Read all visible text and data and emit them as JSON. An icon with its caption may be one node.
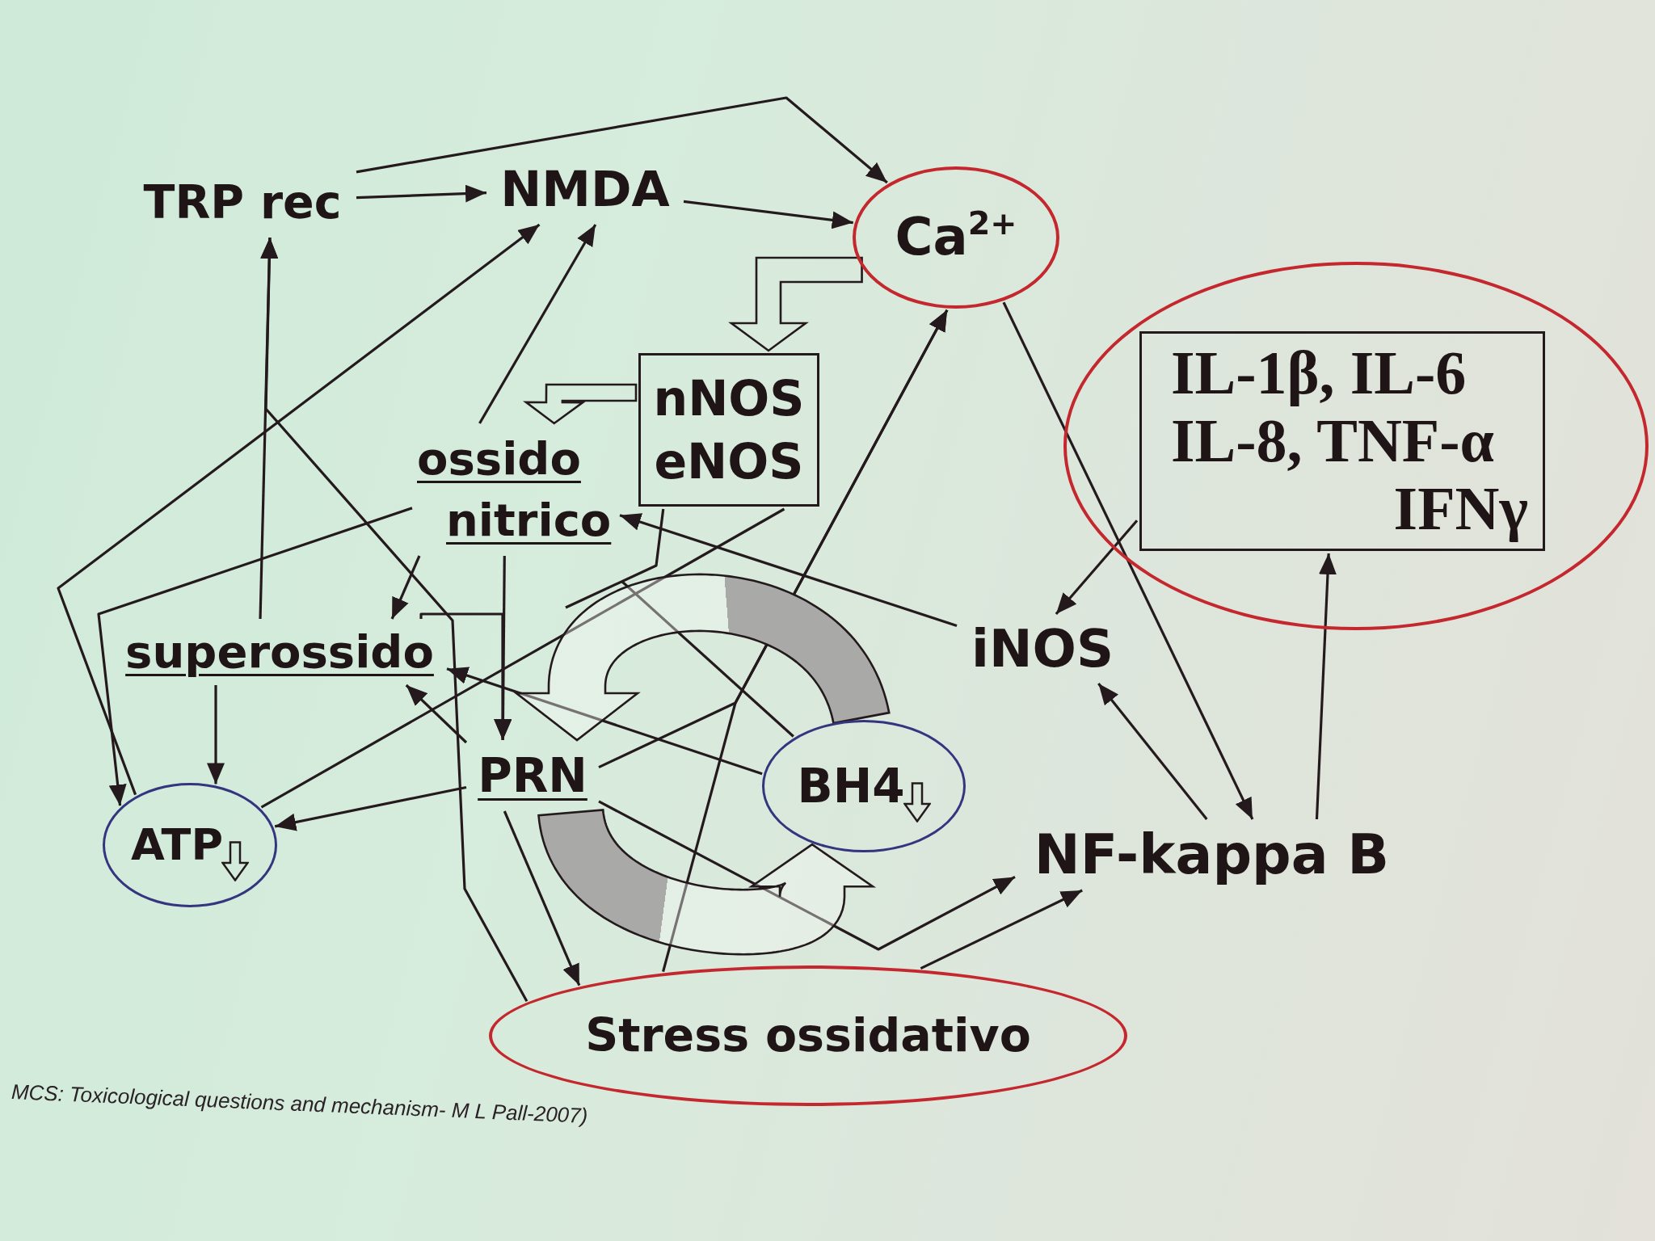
{
  "diagram": {
    "nodes": [
      {
        "text": [
          "TRP rec"
        ]
      },
      {
        "text": [
          "NMDA"
        ]
      },
      {
        "text": [
          "Ca$^{2+}$"
        ]
      },
      {
        "text": [
          "nNOS eNOS"
        ]
      },
      {
        "text": [],
        "shape": "ellipse"
      },
      {
        "text": [
          "IL-1β, IL-6 IL-8, TNF-α IFNγ"
        ],
        "in": 4
      },
      {
        "text": [
          "ossido nitrico"
        ]
      },
      {
        "text": [
          "superossido"
        ]
      },
      {
        "text": [
          "iNOS"
        ]
      },
      {
        "text": [
          "ATP"
        ]
      },
      {
        "text": [
          "PRN"
        ]
      },
      {
        "text": [
          "BH4"
        ]
      },
      {
        "text": [
          "NF-kappa B"
        ]
      },
      {
        "text": [
          "Stress ossidativo"
        ]
      }
    ],
    "edges": [
      {
        "from": 0,
        "to": 1,
        "arrow": "to"
      },
      {
        "from": 0,
        "to": 2,
        "arrow": "to"
      },
      {
        "from": 1,
        "to": 2,
        "arrow": "to"
      },
      {
        "from": 2,
        "to": 3,
        "arrow": "to",
        "style": "thick"
      },
      {
        "from": 3,
        "to": 6,
        "arrow": "to",
        "style": "thick"
      },
      {
        "from": 7,
        "to": 0,
        "arrow": "to"
      },
      {
        "from": 13,
        "to": 0,
        "arrow": "to"
      },
      {
        "from": 9,
        "to": 1,
        "arrow": "to"
      },
      {
        "from": 6,
        "to": 1,
        "arrow": "to"
      },
      {
        "from": 2,
        "to": 12,
        "arrow": "to"
      },
      {
        "from": 10,
        "to": 2,
        "arrow": "to"
      },
      {
        "from": 13,
        "to": 2,
        "arrow": "to"
      },
      {
        "from": 10,
        "to": 12,
        "arrow": "to"
      },
      {
        "from": 13,
        "to": 12,
        "arrow": "to"
      },
      {
        "from": 12,
        "to": 5,
        "arrow": "to"
      },
      {
        "from": 5,
        "to": 8,
        "arrow": "to"
      },
      {
        "from": 12,
        "to": 8,
        "arrow": "to"
      },
      {
        "from": 8,
        "to": 6,
        "arrow": "to"
      },
      {
        "from": 11,
        "to": 7,
        "arrow": "to"
      },
      {
        "from": 11,
        "to": null,
        "arrow": "none"
      },
      {
        "from": 3,
        "to": null,
        "arrow": "none"
      },
      {
        "from": 9,
        "to": 3,
        "arrow": "none"
      },
      {
        "from": 6,
        "to": 9,
        "arrow": "to"
      },
      {
        "from": 6,
        "to": 7,
        "arrow": "to"
      },
      {
        "from": 6,
        "to": 10,
        "arrow": "to"
      },
      {
        "from": 7,
        "to": 10,
        "arrow": "to"
      },
      {
        "from": 10,
        "to": 7,
        "arrow": "to"
      },
      {
        "from": 7,
        "to": 9,
        "arrow": "to"
      },
      {
        "from": 10,
        "to": 9,
        "arrow": "to"
      },
      {
        "from": 10,
        "to": 13,
        "arrow": "to"
      },
      {
        "from": 11,
        "to": 10,
        "arrow": "to",
        "style": "thick",
        "color": "#a9aaa8"
      },
      {
        "from": 10,
        "to": 11,
        "arrow": "to",
        "style": "thick",
        "color": "#a9aaa8"
      }
    ],
    "labels": [
      "MCS: Toxicological questions and mechanism- M L Pall-2007)"
    ]
  }
}
